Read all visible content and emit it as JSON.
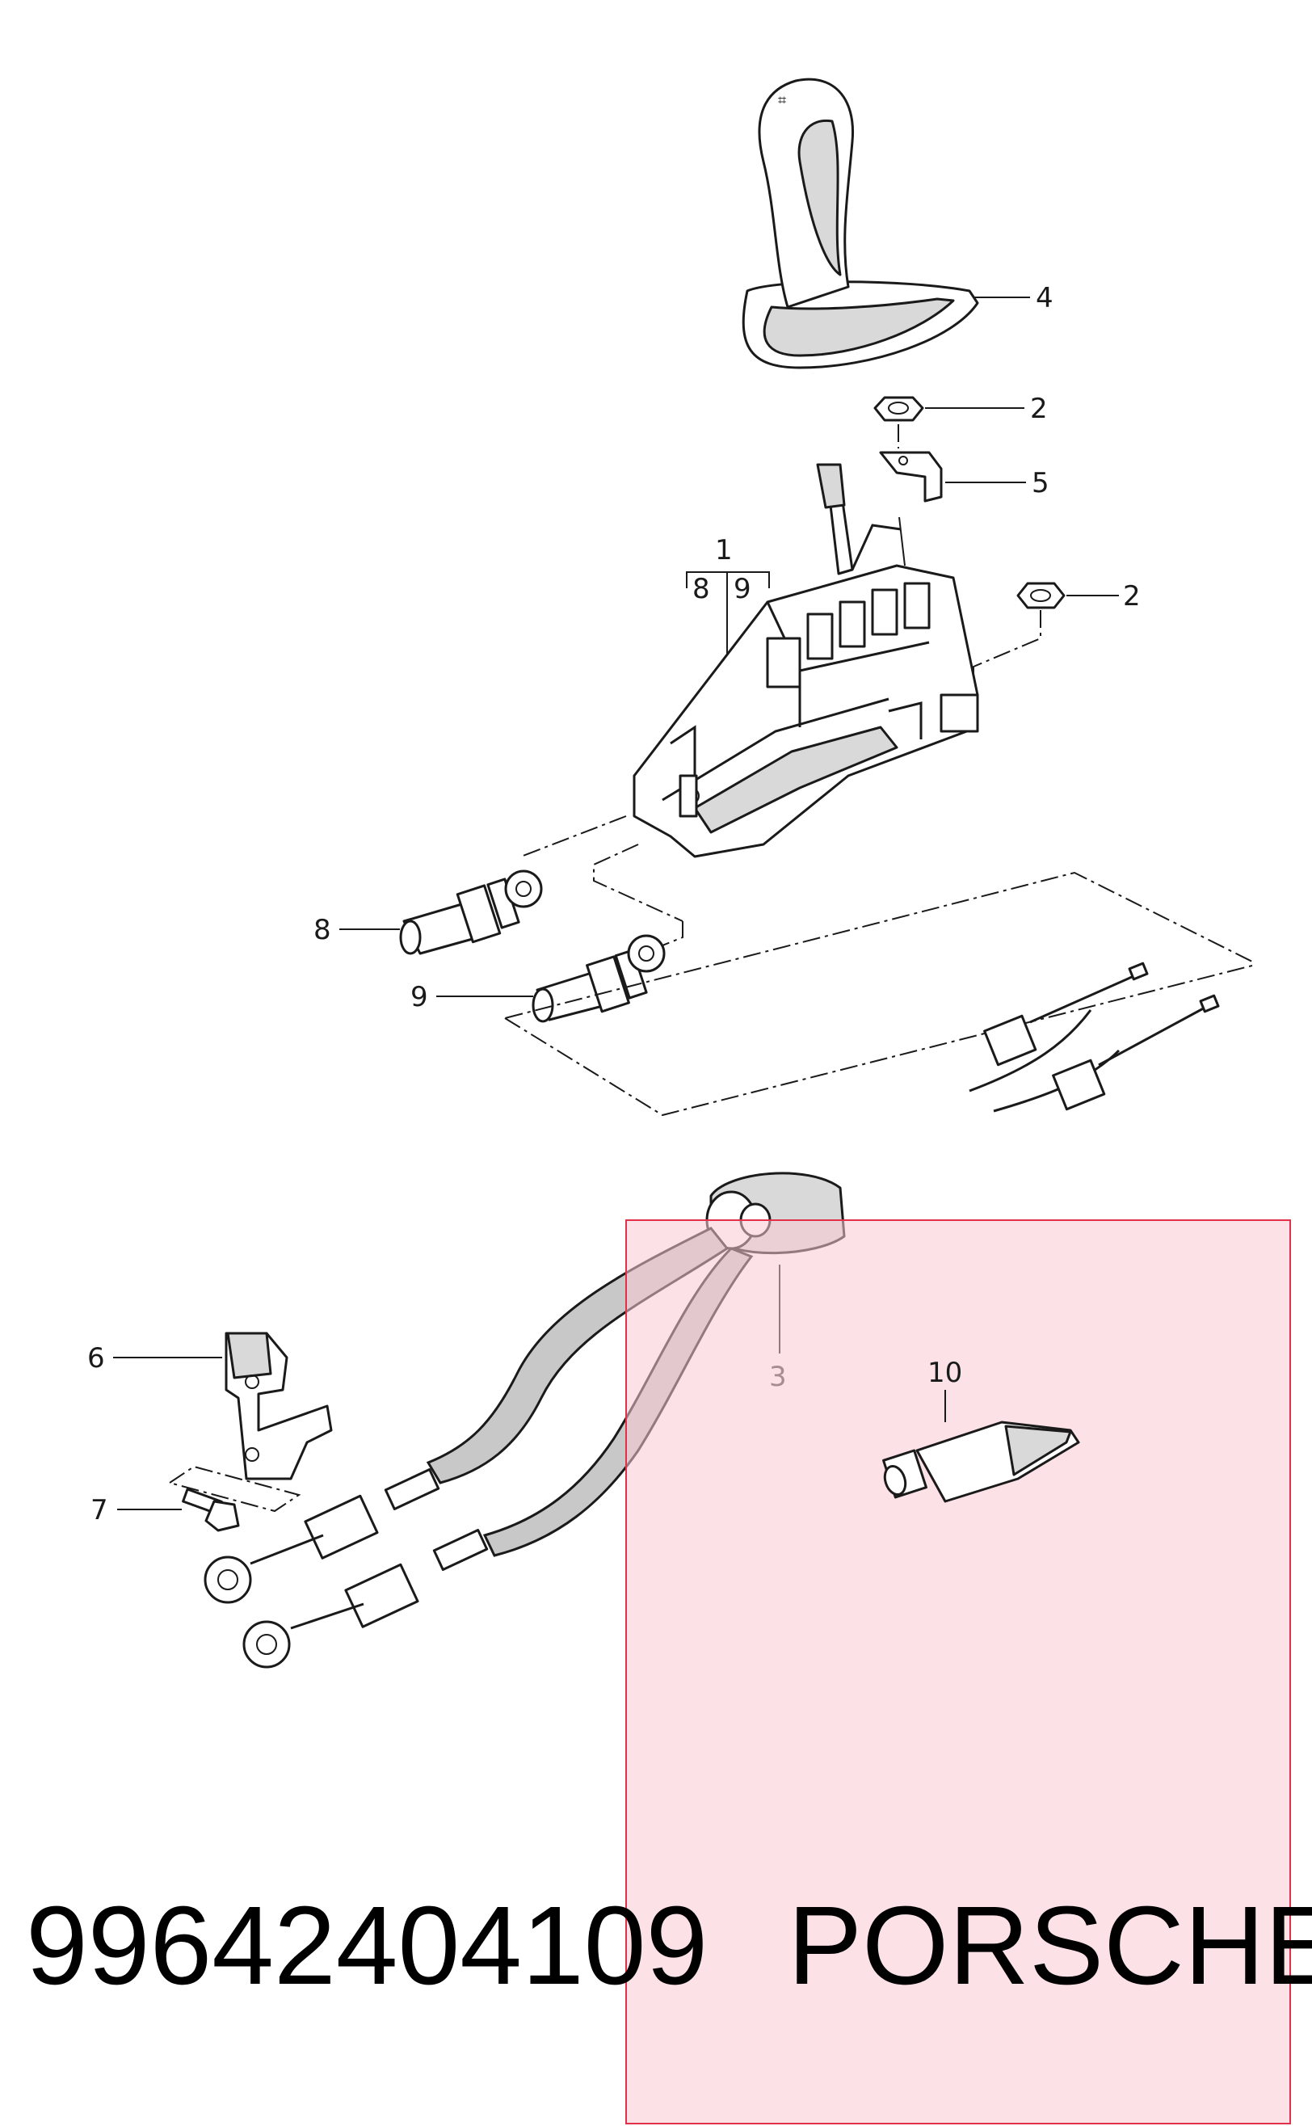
{
  "callouts": {
    "c1": "1",
    "c1_sub8": "8",
    "c1_sub9": "9",
    "c2a": "2",
    "c2b": "2",
    "c3": "3",
    "c4": "4",
    "c5": "5",
    "c6": "6",
    "c7": "7",
    "c8": "8",
    "c9": "9",
    "c10": "10"
  },
  "footer": {
    "part_number": "99642404109",
    "brand": "PORSCHE"
  },
  "colors": {
    "highlight_fill": "#f9c9d4",
    "highlight_stroke": "#e0304a"
  }
}
